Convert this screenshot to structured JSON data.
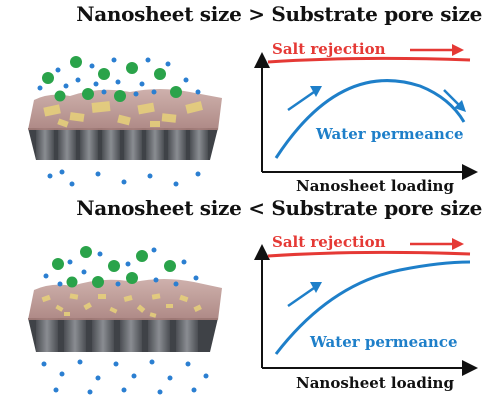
{
  "panels": [
    {
      "title": "Nanosheet size > Substrate pore size",
      "salt_label": "Salt rejection",
      "water_label": "Water permeance",
      "xlabel": "Nanosheet loading"
    },
    {
      "title": "Nanosheet size < Substrate pore size",
      "salt_label": "Salt rejection",
      "water_label": "Water permeance",
      "xlabel": "Nanosheet loading"
    }
  ],
  "colors": {
    "salt": "#e53935",
    "water": "#1e7fc9",
    "substrate": "#5a5d62",
    "film": "#b98c88",
    "nanosheet": "#e8d27a",
    "ion": "#2aa34a",
    "water_drop": "#2b7fd1"
  }
}
